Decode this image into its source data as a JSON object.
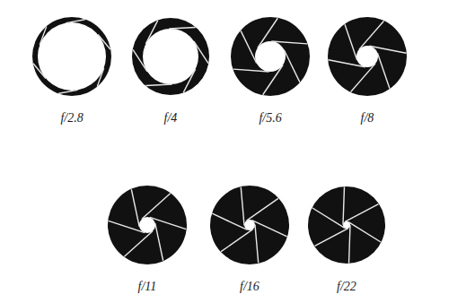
{
  "diagram": {
    "labels": [
      "f/2.8",
      "f/4",
      "f/5.6",
      "f/8",
      "f/11",
      "f/16",
      "f/22"
    ]
  }
}
